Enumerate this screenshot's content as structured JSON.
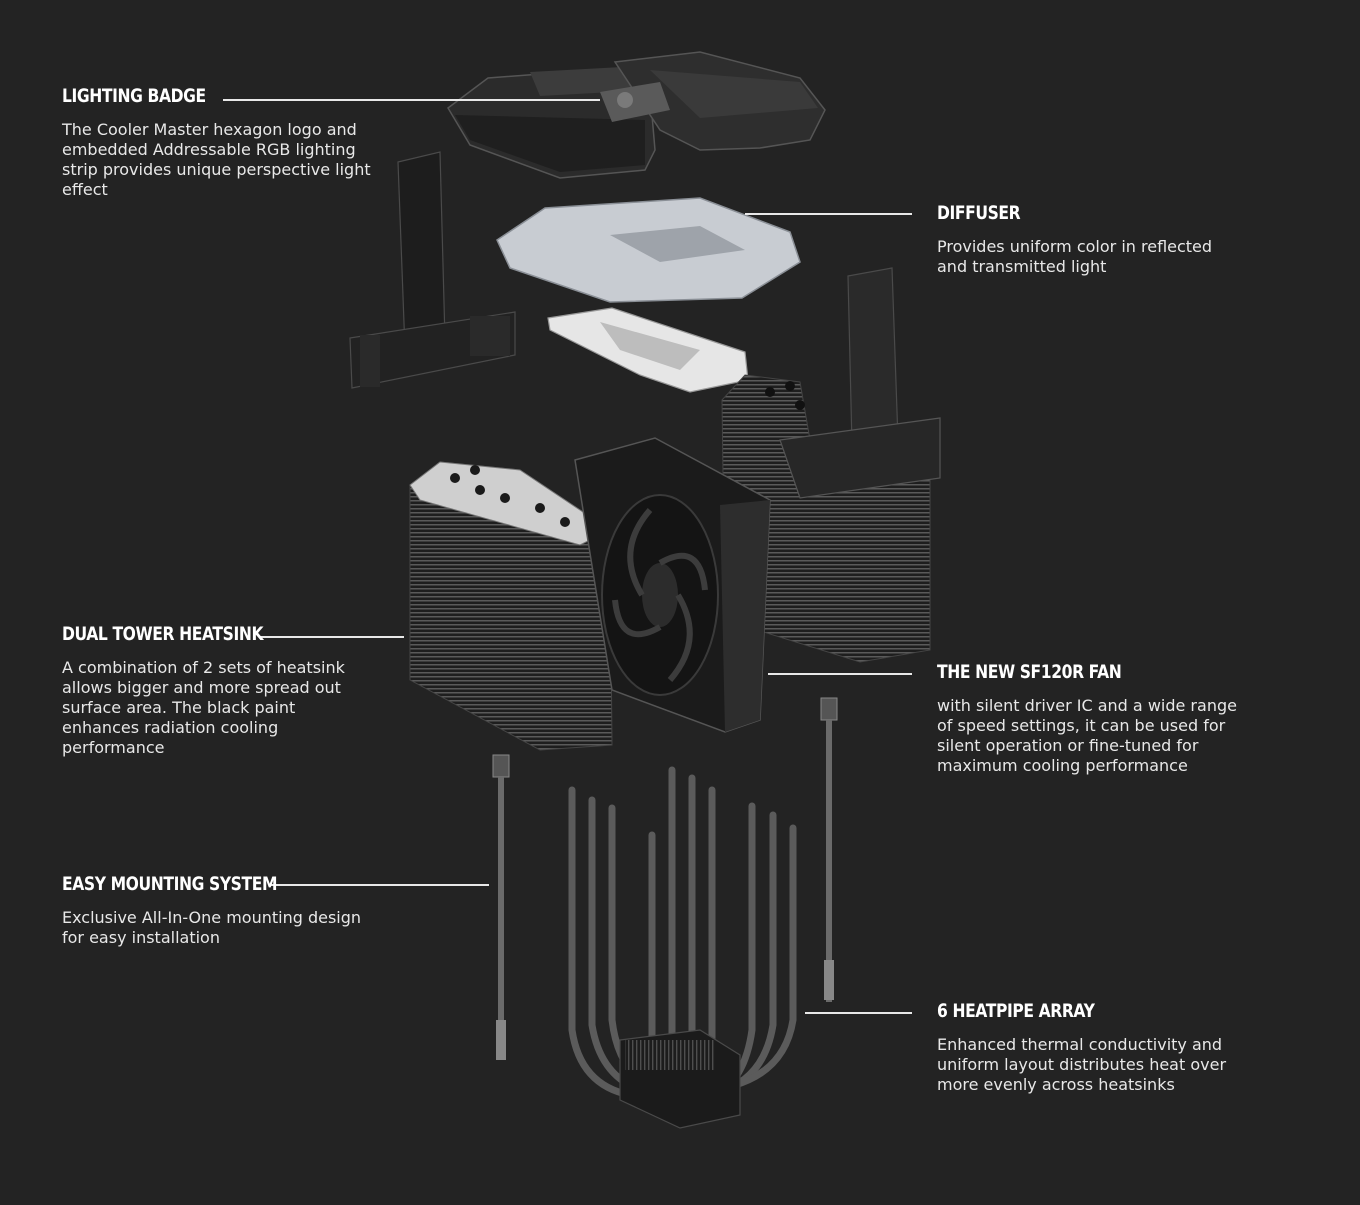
{
  "callouts": {
    "lighting_badge": {
      "title": "LIGHTING BADGE",
      "body": "The Cooler Master hexagon logo and embedded Addressable RGB lighting strip provides unique perspective light effect"
    },
    "diffuser": {
      "title": "DIFFUSER",
      "body": "Provides uniform color in reflected and transmitted light"
    },
    "dual_tower_heatsink": {
      "title": "DUAL TOWER HEATSINK",
      "body": "A combination of 2 sets of heatsink allows bigger and more spread out surface area. The black paint enhances radiation cooling performance"
    },
    "sf120r_fan": {
      "title": "THE NEW SF120R FAN",
      "body": "with silent driver IC and a wide range of speed settings, it can be used for silent operation or fine-tuned for maximum cooling performance"
    },
    "easy_mounting": {
      "title": "EASY MOUNTING SYSTEM",
      "body": "Exclusive All-In-One mounting design for easy installation"
    },
    "heatpipe_array": {
      "title": "6 HEATPIPE ARRAY",
      "body": "Enhanced thermal conductivity and uniform layout distributes heat over more evenly across heatsinks"
    }
  },
  "colors": {
    "background": "#232323",
    "text": "#e8e8e8",
    "title": "#ffffff"
  }
}
